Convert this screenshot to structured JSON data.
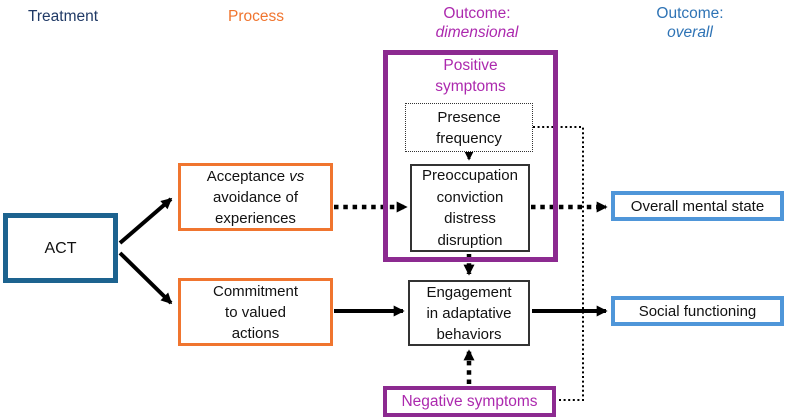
{
  "figure": {
    "columns": {
      "treatment": {
        "label": "Treatment"
      },
      "process": {
        "label": "Process"
      },
      "outcome_dimensional": {
        "label": "Outcome:",
        "sublabel": "dimensional"
      },
      "outcome_overall": {
        "label": "Outcome:",
        "sublabel": "overall"
      }
    },
    "nodes": {
      "act": {
        "label": "ACT"
      },
      "acceptance": {
        "line1": "Acceptance",
        "line1_italic": "vs",
        "rest": "avoidance of\nexperiences"
      },
      "commitment": {
        "text": "Commitment\nto valued\nactions"
      },
      "positive_symptoms": {
        "label": "Positive\nsymptoms"
      },
      "presence": {
        "text": "Presence\nfrequency"
      },
      "preoccupation": {
        "text": "Preoccupation\nconviction\ndistress\ndisruption"
      },
      "engagement": {
        "text": "Engagement\nin adaptative\nbehaviors"
      },
      "negative_symptoms": {
        "label": "Negative symptoms"
      },
      "overall_mental_state": {
        "label": "Overall mental state"
      },
      "social_functioning": {
        "label": "Social functioning"
      }
    },
    "connectors": [
      {
        "from": "act",
        "to": "acceptance",
        "style": "solid-arrow"
      },
      {
        "from": "act",
        "to": "commitment",
        "style": "solid-arrow"
      },
      {
        "from": "acceptance",
        "to": "preoccupation",
        "style": "dashed-arrow"
      },
      {
        "from": "preoccupation",
        "to": "overall_mental_state",
        "style": "dashed-arrow"
      },
      {
        "from": "presence",
        "to": "preoccupation",
        "style": "dashed-arrow"
      },
      {
        "from": "preoccupation",
        "to": "engagement",
        "style": "dashed-arrow"
      },
      {
        "from": "commitment",
        "to": "engagement",
        "style": "solid-arrow"
      },
      {
        "from": "engagement",
        "to": "social_functioning",
        "style": "solid-arrow"
      },
      {
        "from": "negative_symptoms",
        "to": "engagement",
        "style": "dashed-arrow"
      },
      {
        "from": "presence",
        "to": "negative_symptoms",
        "style": "dotted-elbow-line"
      }
    ]
  },
  "colors": {
    "treatment_header": "#203A66",
    "process_header": "#F0752F",
    "overall_header": "#2E73B5",
    "magenta_text": "#AC29AE",
    "act_border": "#1D638F",
    "process_border": "#F0752F",
    "purple_border": "#8C2A90",
    "outcome_border": "#4F96D9",
    "arrow": "#000000"
  }
}
